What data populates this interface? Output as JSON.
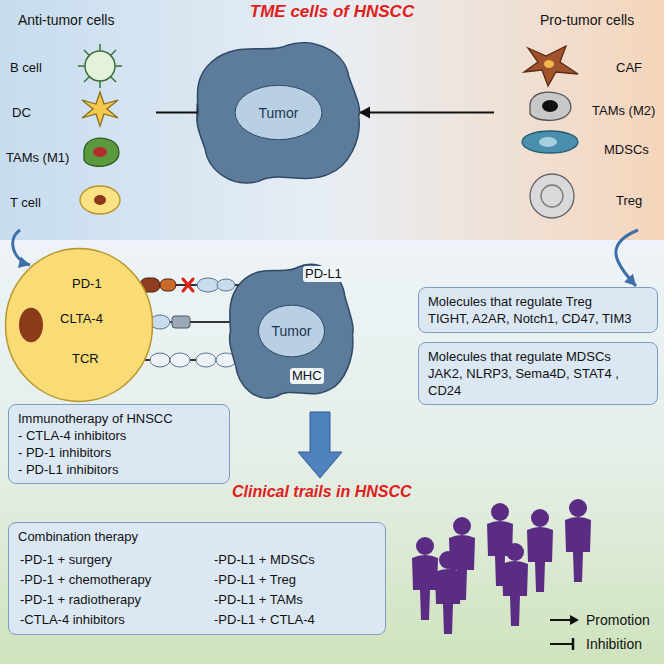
{
  "diagram": {
    "title": "TME cells of HNSCC",
    "nodes": [
      {
        "text": [
          "Anti-tumor cells",
          "B cell",
          "DC",
          "TAMs (M1)",
          "T cell"
        ]
      },
      {
        "text": [
          "Pro-tumor cells",
          "CAF",
          "TAMs (M2)",
          "MDSCs",
          "Treg"
        ]
      },
      {
        "text": [
          "Tumor"
        ]
      },
      {
        "text": [
          "PD-1",
          "CLTA-4",
          "TCR"
        ]
      },
      {
        "text": [
          "Tumor"
        ]
      },
      {
        "text": [
          "Molecules that regulate Treg",
          "TIGHT, A2AR, Notch1, CD47, TIM3"
        ]
      },
      {
        "text": [
          "Molecules that regulate MDSCs",
          "JAK2, NLRP3, Sema4D, STAT4 , CD24"
        ]
      },
      {
        "text": [
          "Immunotherapy of HNSCC",
          "- CTLA-4 inhibitors",
          "- PD-1 inhibitors",
          "- PD-L1 inhibitors"
        ]
      },
      {
        "text": [
          "Combination therapy",
          "-PD-1 + surgery",
          "-PD-1 + chemotherapy",
          "-PD-1 + radiotherapy",
          "-CTLA-4 inhibitors",
          "-PD-L1 + MDSCs",
          "-PD-L1 + Treg",
          "-PD-L1 + TAMs",
          "-PD-L1 + CTLA-4"
        ]
      }
    ],
    "edges": [
      {
        "from": 0,
        "to": 2,
        "arrow": "to"
      },
      {
        "from": 1,
        "to": 2,
        "arrow": "to"
      },
      {
        "from": 0,
        "to": 3,
        "arrow": "to"
      },
      {
        "from": 1,
        "to": 5,
        "arrow": "to"
      }
    ],
    "labels": [
      "PD-L1",
      "MHC",
      "Clinical trails in HNSCC"
    ],
    "legend": [
      {
        "text": "Promotion"
      },
      {
        "text": "Inhibition"
      }
    ]
  }
}
